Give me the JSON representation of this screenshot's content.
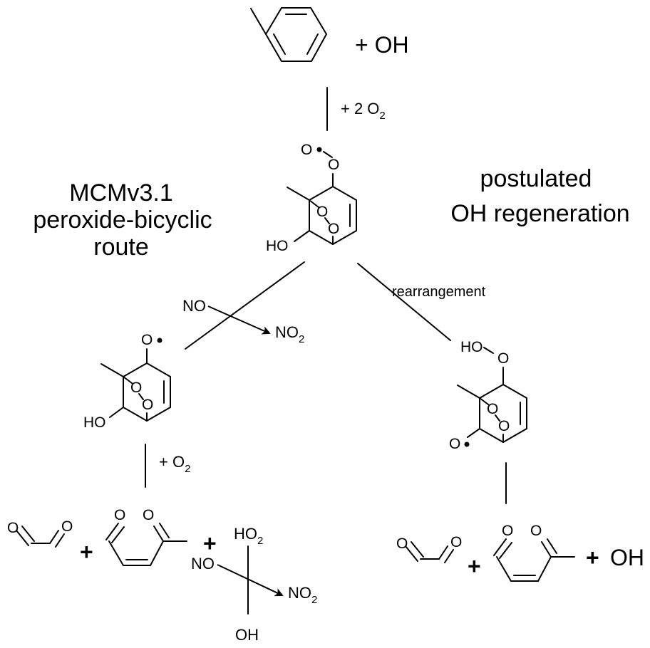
{
  "diagram": {
    "title_left": [
      "MCMv3.1",
      "peroxide-bicyclic",
      "route"
    ],
    "title_right": [
      "postulated",
      "OH regeneration"
    ],
    "reactant_plus_oh": "+ OH",
    "step1_label": "+ 2 O",
    "step1_sub": "2",
    "branch_left_in": "NO",
    "branch_left_out": "NO",
    "branch_left_out_sub": "2",
    "branch_right_label": "rearrangement",
    "step_left_o2": "+ O",
    "step_left_o2_sub": "2",
    "plus": "+",
    "side_ho2": "HO",
    "side_ho2_sub": "2",
    "side_no": "NO",
    "side_no2": "NO",
    "side_no2_sub": "2",
    "side_oh": "OH",
    "product_oh": "OH",
    "atoms": {
      "O": "O",
      "HO": "HO",
      "O_dot": "•"
    }
  }
}
